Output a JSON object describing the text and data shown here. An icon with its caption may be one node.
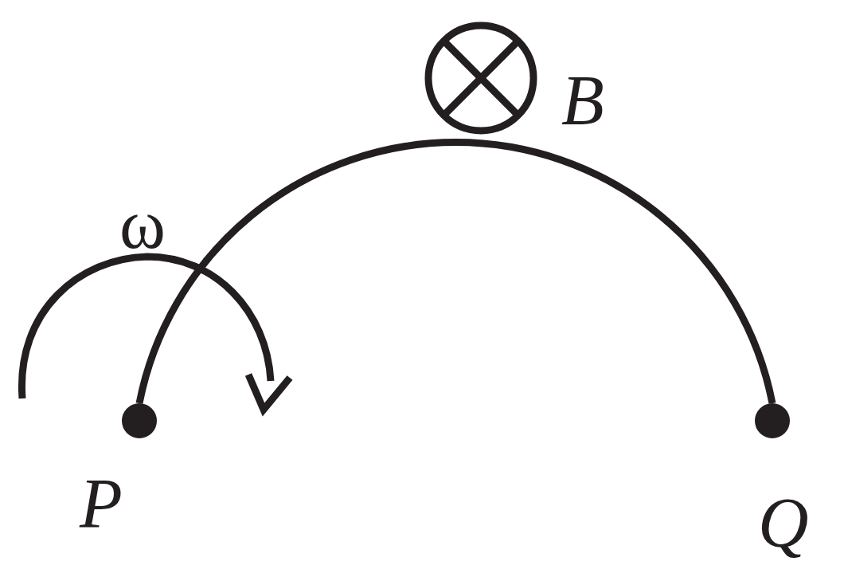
{
  "diagram": {
    "nodes": [
      {
        "text": [],
        "shape": "circle",
        "beside": [
          "P"
        ]
      },
      {
        "text": [],
        "shape": "circle",
        "beside": [
          "Q"
        ]
      }
    ],
    "edges": [
      {
        "from": 0,
        "to": 1,
        "arrow": "none"
      }
    ],
    "labels": [
      "ω",
      "B"
    ]
  }
}
